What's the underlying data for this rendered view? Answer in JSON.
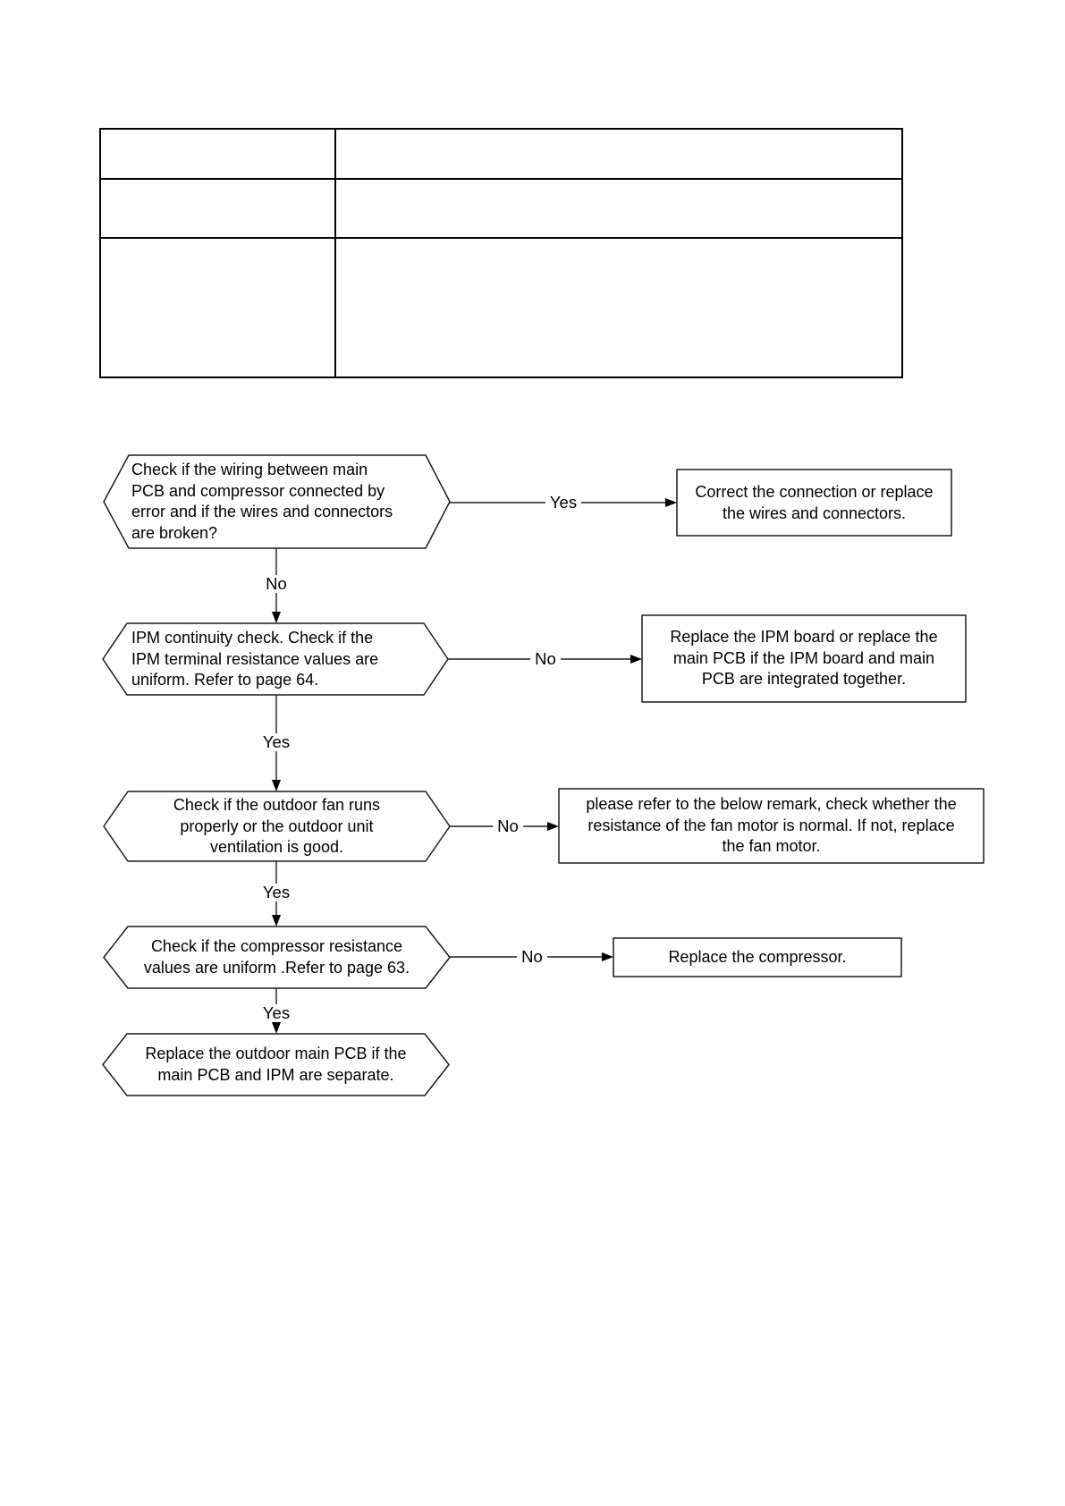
{
  "table": {
    "rows": [
      [
        "",
        ""
      ],
      [
        "",
        ""
      ],
      [
        "",
        ""
      ]
    ]
  },
  "flowchart": {
    "decisions": [
      {
        "lines": [
          "Check if the wiring between main",
          "PCB and compressor connected by",
          "error and if the wires and connectors",
          "are broken?"
        ]
      },
      {
        "lines": [
          "IPM continuity check. Check if the",
          "IPM terminal resistance values are",
          "uniform. Refer to page 64."
        ]
      },
      {
        "lines": [
          "Check if the outdoor fan runs",
          "properly or the outdoor unit",
          "ventilation is good."
        ]
      },
      {
        "lines": [
          "Check if the compressor resistance",
          "values are uniform .Refer to page 63."
        ]
      },
      {
        "lines": [
          "Replace the outdoor main PCB if the",
          "main PCB and IPM are separate."
        ]
      }
    ],
    "actions": [
      {
        "lines": [
          "Correct the connection or replace",
          "the wires and connectors."
        ]
      },
      {
        "lines": [
          "Replace the IPM board or replace the",
          "main PCB if the IPM board and main",
          "PCB are integrated together."
        ]
      },
      {
        "lines": [
          "please refer to the below remark, check whether the",
          "resistance of the fan motor is normal. If not, replace",
          "the fan motor."
        ]
      },
      {
        "lines": [
          "Replace the compressor."
        ]
      }
    ],
    "labels": {
      "yes1": "Yes",
      "no1": "No",
      "no2": "No",
      "yes2": "Yes",
      "no3": "No",
      "yes3": "Yes",
      "no4": "No",
      "yes4": "Yes"
    },
    "colors": {
      "line": "#1c1c1c",
      "text": "#000000",
      "background": "#ffffff"
    }
  }
}
